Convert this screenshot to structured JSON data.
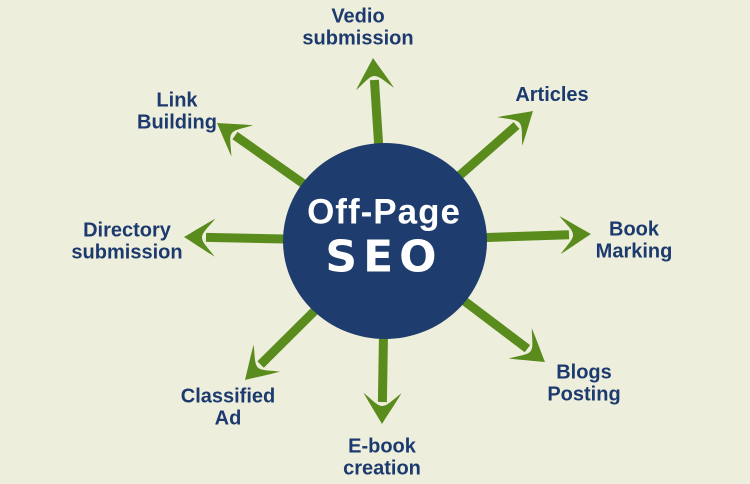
{
  "center": {
    "line1": "Off-Page",
    "line2": "SEO"
  },
  "spokes": [
    {
      "id": "vedio-submission",
      "label": "Vedio\nsubmission"
    },
    {
      "id": "articles",
      "label": "Articles"
    },
    {
      "id": "book-marking",
      "label": "Book\nMarking"
    },
    {
      "id": "blogs-posting",
      "label": "Blogs\nPosting"
    },
    {
      "id": "ebook-creation",
      "label": "E-book\ncreation"
    },
    {
      "id": "classified-ad",
      "label": "Classified\nAd"
    },
    {
      "id": "directory-submission",
      "label": "Directory\nsubmission"
    },
    {
      "id": "link-building",
      "label": "Link\nBuilding"
    }
  ],
  "colors": {
    "background": "#eeeedc",
    "circle": "#1e3c6d",
    "arrow": "#5a8c1d",
    "label_text": "#1c3a6e",
    "center_text": "#ffffff"
  }
}
